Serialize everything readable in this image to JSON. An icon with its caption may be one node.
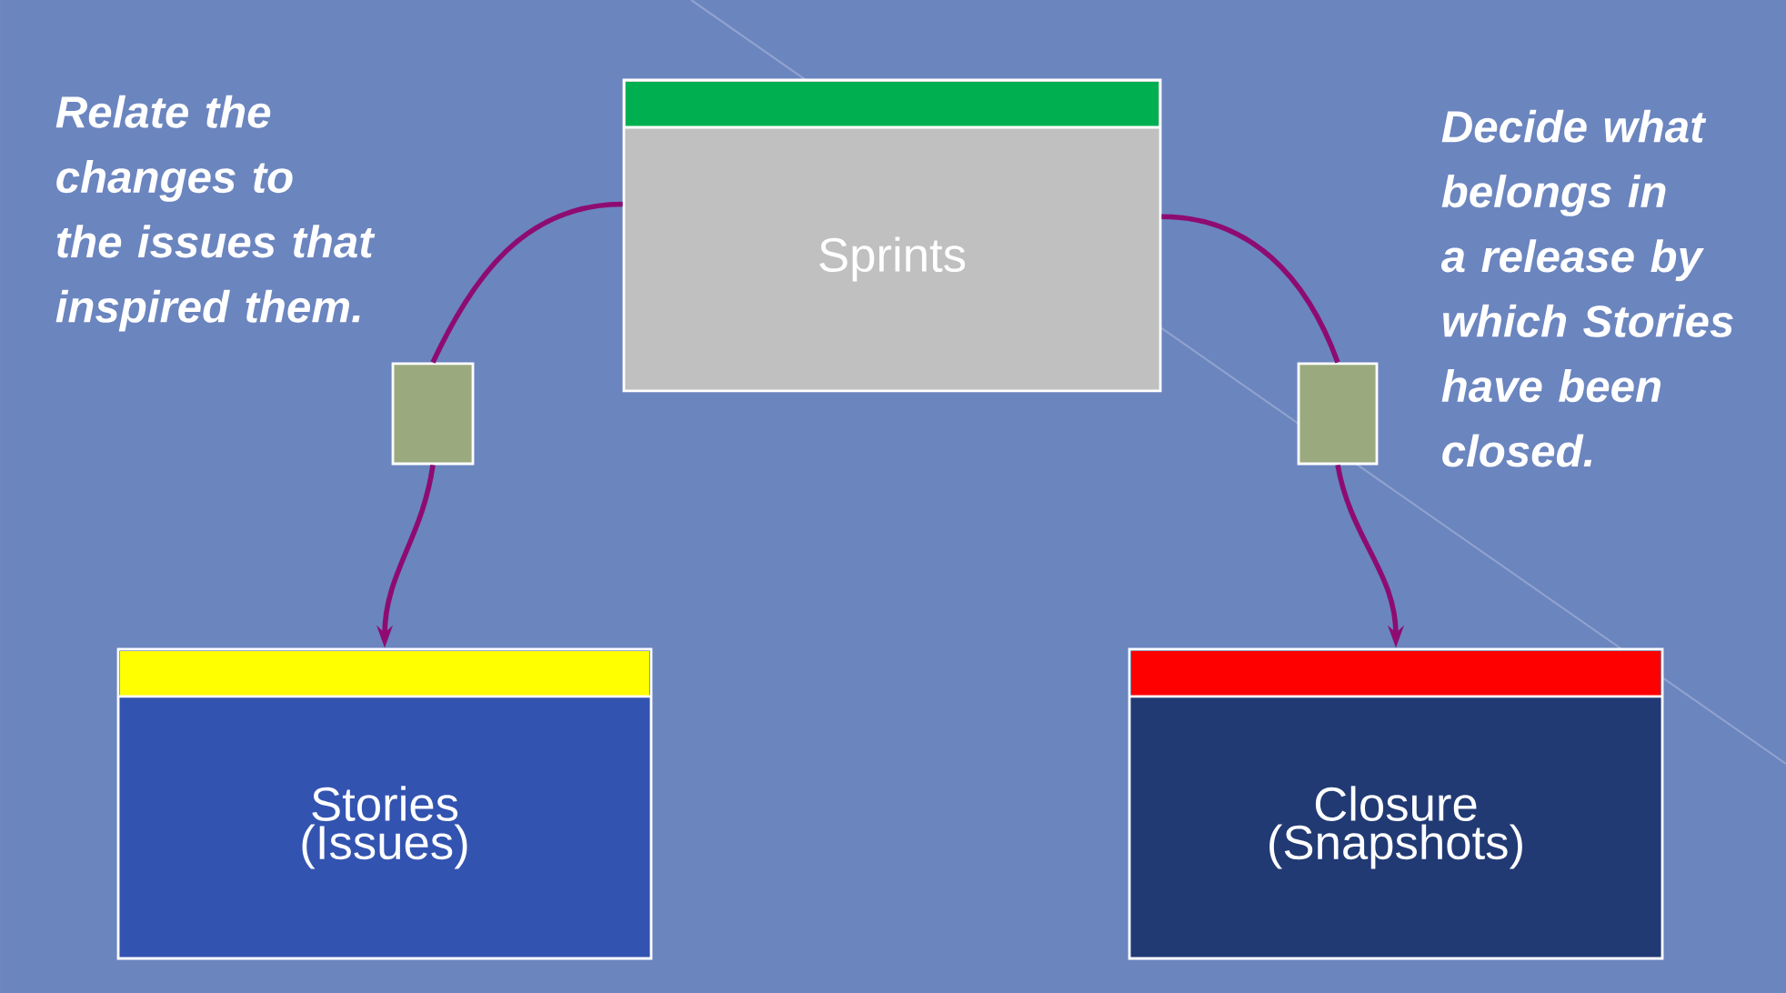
{
  "diagram": {
    "nodes": [
      {
        "text": [
          "Sprints"
        ]
      },
      {
        "text": [
          "Stories (Issues)"
        ]
      },
      {
        "text": [
          "Closure (Snapshots)"
        ]
      },
      {
        "text": [],
        "shape": "box"
      },
      {
        "text": [],
        "shape": "box"
      }
    ],
    "edges": [
      {
        "from": 0,
        "to": 3,
        "arrow": "none"
      },
      {
        "from": 3,
        "to": 1,
        "arrow": "to"
      },
      {
        "from": 0,
        "to": 4,
        "arrow": "none"
      },
      {
        "from": 4,
        "to": 2,
        "arrow": "to"
      }
    ],
    "labels": [
      "Relate the changes to the issues that inspired them.",
      "Decide what belongs in a release by which Stories have been closed."
    ]
  }
}
